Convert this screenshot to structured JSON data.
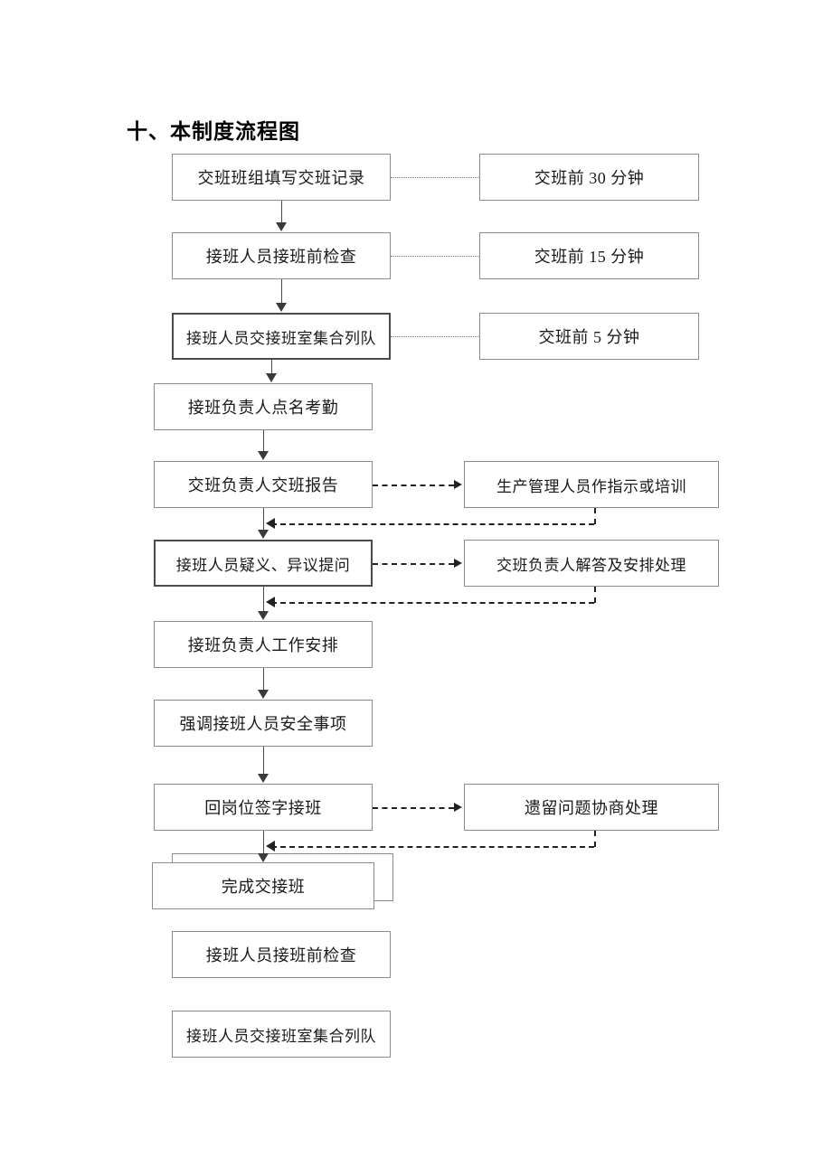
{
  "page": {
    "title": "十、本制度流程图",
    "background_color": "#ffffff",
    "box_border_color": "#8d8d8d",
    "emphasis_border_color": "#4a4a4a",
    "connector_color": "#3a3a3a"
  },
  "flow": {
    "main_steps": [
      {
        "id": "step-1",
        "label": "交班班组填写交班记录",
        "emphasized": false
      },
      {
        "id": "step-2",
        "label": "接班人员接班前检查",
        "emphasized": false
      },
      {
        "id": "step-3",
        "label": "接班人员交接班室集合列队",
        "emphasized": true
      },
      {
        "id": "step-4",
        "label": "接班负责人点名考勤",
        "emphasized": false
      },
      {
        "id": "step-5",
        "label": "交班负责人交班报告",
        "emphasized": false
      },
      {
        "id": "step-6",
        "label": "接班人员疑义、异议提问",
        "emphasized": true
      },
      {
        "id": "step-7",
        "label": "接班负责人工作安排",
        "emphasized": false
      },
      {
        "id": "step-8",
        "label": "强调接班人员安全事项",
        "emphasized": false
      },
      {
        "id": "step-9",
        "label": "回岗位签字接班",
        "emphasized": false
      },
      {
        "id": "step-10",
        "label": "完成交接班",
        "emphasized": false
      }
    ],
    "timing_notes": [
      {
        "id": "timing-1",
        "label": "交班前 30 分钟"
      },
      {
        "id": "timing-2",
        "label": "交班前 15 分钟"
      },
      {
        "id": "timing-3",
        "label": "交班前 5 分钟"
      }
    ],
    "side_actions": [
      {
        "id": "side-1",
        "label": "生产管理人员作指示或培训"
      },
      {
        "id": "side-2",
        "label": "交班负责人解答及安排处理"
      },
      {
        "id": "side-3",
        "label": "遗留问题协商处理"
      }
    ],
    "trailing_boxes": [
      {
        "id": "trailing-1",
        "label": "接班人员接班前检查"
      },
      {
        "id": "trailing-2",
        "label": "接班人员交接班室集合列队"
      }
    ]
  }
}
